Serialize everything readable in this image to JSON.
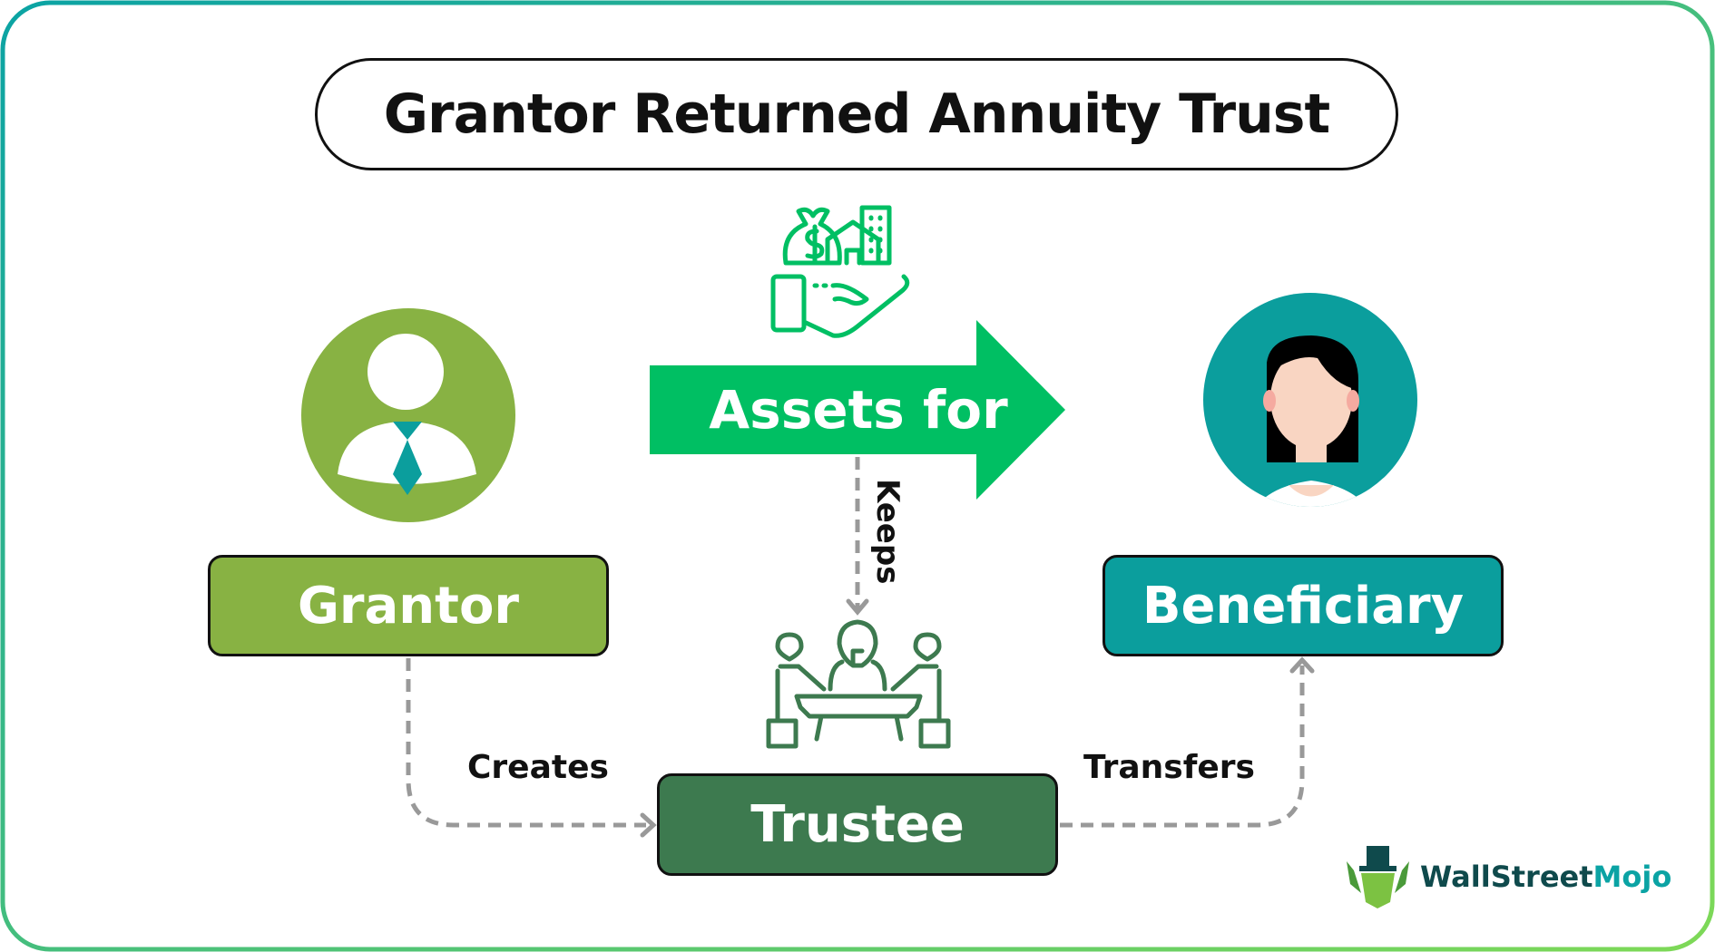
{
  "title": "Grantor Returned Annuity Trust",
  "colors": {
    "grantor": "#88b243",
    "beneficiary": "#0b9e9d",
    "trustee": "#3d7a4f",
    "assets_arrow": "#00bf63",
    "connector": "#999999",
    "border_start": "#0ba3a4",
    "border_end": "#7ed957"
  },
  "nodes": {
    "grantor": {
      "label": "Grantor",
      "icon": "businessman-avatar-icon"
    },
    "beneficiary": {
      "label": "Beneficiary",
      "icon": "woman-avatar-icon"
    },
    "trustee": {
      "label": "Trustee",
      "icon": "meeting-table-icon"
    }
  },
  "assets_arrow": {
    "label": "Assets for",
    "icon": "assets-in-hand-icon"
  },
  "edges": {
    "creates": "Creates",
    "transfers": "Transfers",
    "keeps": "Keeps"
  },
  "branding": {
    "logo_part1": "WallStreet",
    "logo_part2": "Mojo"
  }
}
